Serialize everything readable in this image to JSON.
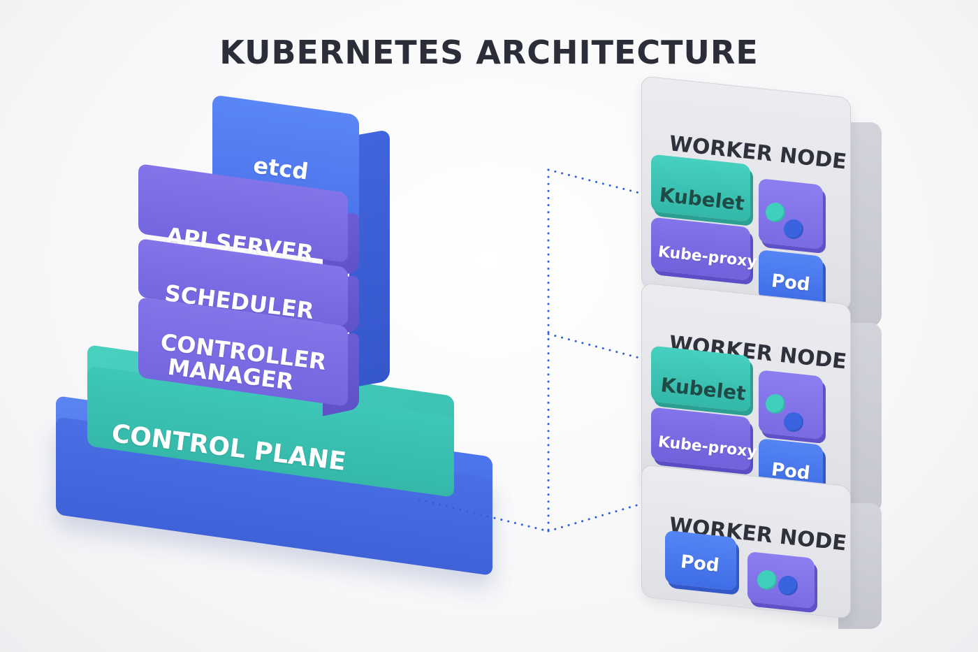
{
  "title": "KUBERNETES ARCHITECTURE",
  "control_plane": {
    "label": "CONTROL PLANE",
    "etcd": "etcd",
    "api_server": "API SERVER",
    "scheduler": "SCHEDULER",
    "controller_manager": [
      "CONTROLLER",
      "MANAGER"
    ]
  },
  "worker_nodes": [
    {
      "title": "WORKER NODE",
      "kubelet": "Kubelet",
      "kube_proxy": "Kube-proxy",
      "pod": "Pod"
    },
    {
      "title": "WORKER NODE",
      "kubelet": "Kubelet",
      "kube_proxy": "Kube-proxy",
      "pod": "Pod"
    },
    {
      "title": "WORKER NODE",
      "pod": "Pod"
    }
  ],
  "colors": {
    "blue": "#4a72ea",
    "teal": "#3cc2b3",
    "purple": "#8474ea",
    "node_gray": "#e4e5ea",
    "connector": "#2f5fe0"
  },
  "icons": [
    "container-icon"
  ]
}
